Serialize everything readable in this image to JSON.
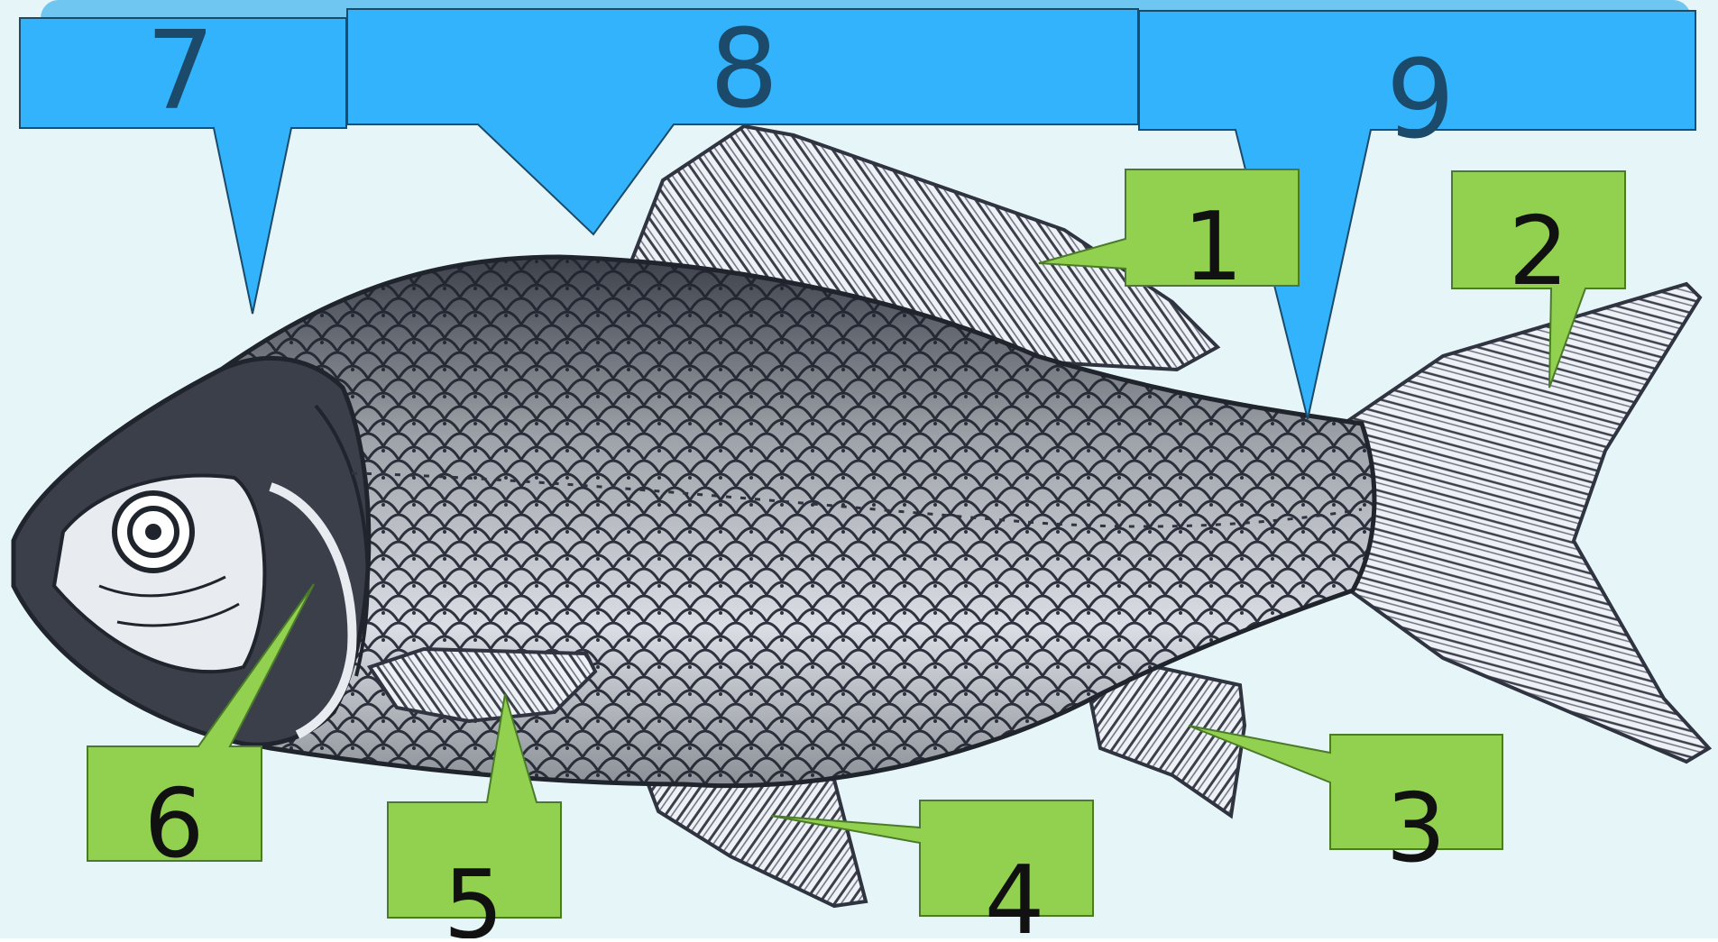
{
  "diagram": {
    "colors": {
      "background": "#e6f6f8",
      "blue_callout": "#33b3fb",
      "blue_text": "#1b4a6a",
      "green_callout": "#92d050",
      "green_border": "#4a7a2a",
      "label_text": "#111111",
      "fish_dark": "#2f3440",
      "fish_mid": "#7c8290",
      "fish_light": "#dfe4ea"
    },
    "region_callouts": [
      {
        "label": "7"
      },
      {
        "label": "8"
      },
      {
        "label": "9"
      }
    ],
    "part_callouts": [
      {
        "label": "1"
      },
      {
        "label": "2"
      },
      {
        "label": "3"
      },
      {
        "label": "4"
      },
      {
        "label": "5"
      },
      {
        "label": "6"
      }
    ],
    "image": {
      "subject": "fish-illustration"
    }
  }
}
